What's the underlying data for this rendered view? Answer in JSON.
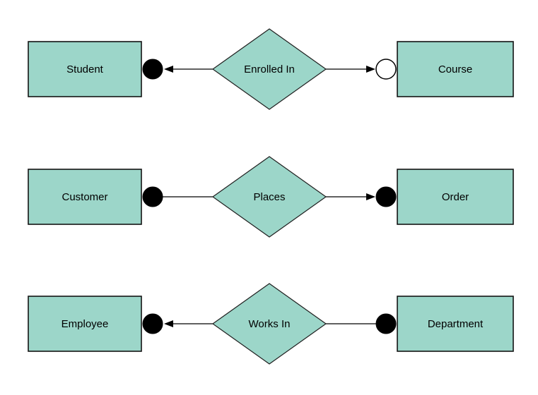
{
  "diagram": {
    "type": "entity-relationship-diagram",
    "colors": {
      "shape_fill": "#9cd6c9",
      "shape_stroke": "#141414",
      "connector": "#000000",
      "background": "#ffffff"
    },
    "rows": [
      {
        "left_entity": "Student",
        "relationship": "Enrolled In",
        "right_entity": "Course",
        "left_terminator": "filled-circle",
        "left_arrow": "arrow-pointing-left-toward-entity",
        "right_terminator": "open-circle",
        "right_arrow": "arrow-pointing-right-toward-entity"
      },
      {
        "left_entity": "Customer",
        "relationship": "Places",
        "right_entity": "Order",
        "left_terminator": "filled-circle",
        "left_arrow": "none",
        "right_terminator": "filled-circle",
        "right_arrow": "arrow-pointing-right-toward-entity"
      },
      {
        "left_entity": "Employee",
        "relationship": "Works In",
        "right_entity": "Department",
        "left_terminator": "filled-circle",
        "left_arrow": "arrow-pointing-left-toward-entity",
        "right_terminator": "filled-circle",
        "right_arrow": "none"
      }
    ]
  }
}
